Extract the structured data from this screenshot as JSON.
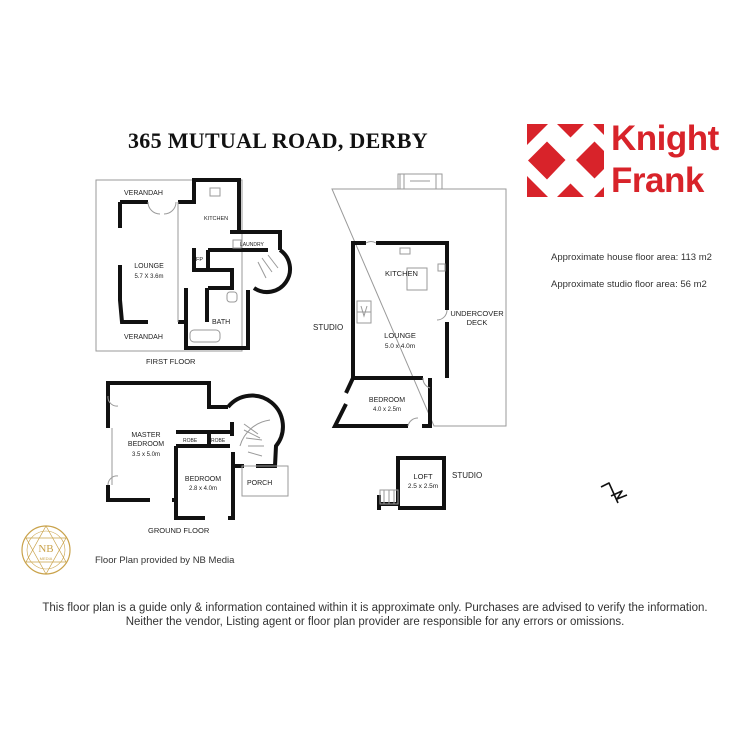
{
  "title": "365 MUTUAL ROAD, DERBY",
  "brand": {
    "line1": "Knight",
    "line2": "Frank",
    "color": "#d8232a"
  },
  "areas": [
    "Approximate house floor area: 113 m2",
    "Approximate studio floor area: 56 m2"
  ],
  "floors": {
    "first": "FIRST FLOOR",
    "ground": "GROUND FLOOR",
    "studio": "STUDIO",
    "studio_loft": "STUDIO"
  },
  "rooms": {
    "verandah_top": "VERANDAH",
    "verandah_bottom": "VERANDAH",
    "kitchen_ff": "KITCHEN",
    "laundry": "LAUNDRY",
    "lounge_ff": "LOUNGE",
    "lounge_ff_size": "5.7 X 3.6m",
    "fp": "FP",
    "bath": "BATH",
    "master_bedroom_1": "MASTER",
    "master_bedroom_2": "BEDROOM",
    "master_bedroom_size": "3.5 x 5.0m",
    "robe_1": "ROBE",
    "robe_2": "ROBE",
    "bedroom_gf": "BEDROOM",
    "bedroom_gf_size": "2.8 x 4.0m",
    "porch": "PORCH",
    "kitchen_studio": "KITCHEN",
    "lounge_studio": "LOUNGE",
    "lounge_studio_size": "5.0 x 4.0m",
    "undercover_deck_1": "UNDERCOVER",
    "undercover_deck_2": "DECK",
    "bedroom_studio": "BEDROOM",
    "bedroom_studio_size": "4.0 x 2.5m",
    "loft": "LOFT",
    "loft_size": "2.5 x 2.5m"
  },
  "compass_icon": "north-arrow-icon",
  "media_logo": {
    "icon": "nb-media-logo-icon",
    "text1": "NB",
    "text2": "MEDIA",
    "color": "#c9a24a"
  },
  "provided_by": "Floor Plan provided by NB Media",
  "disclaimer": [
    "This floor plan is a guide only & information contained within it is approximate only. Purchases are advised to verify the information.",
    "Neither the vendor, Listing agent or floor plan provider are responsible for any errors or omissions."
  ]
}
